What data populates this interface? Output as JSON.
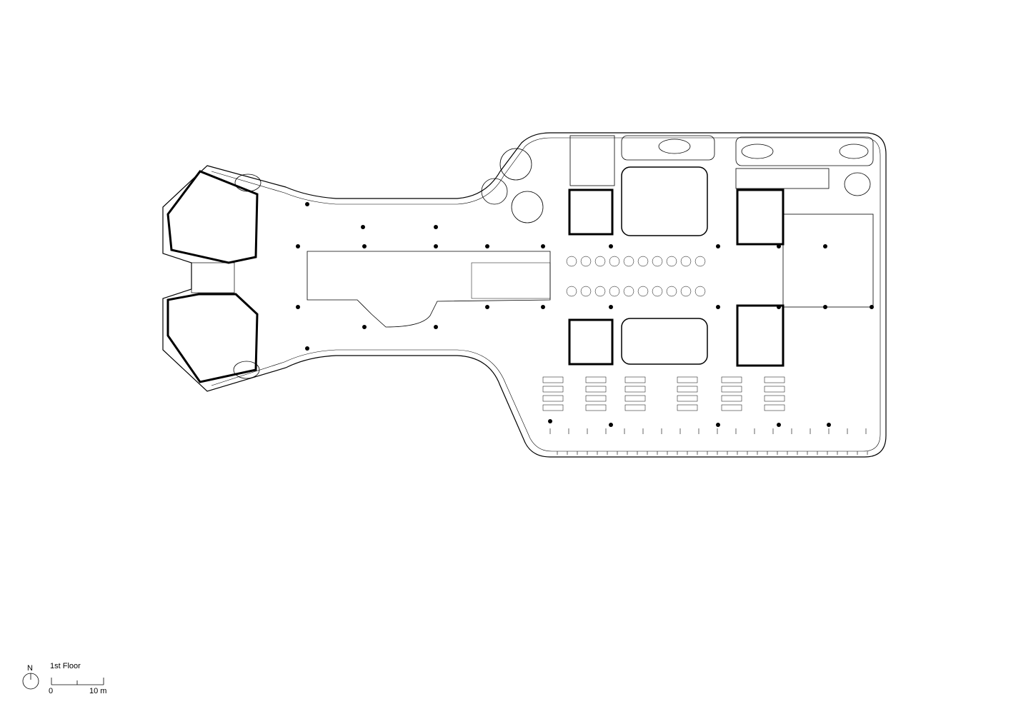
{
  "drawing": {
    "title": "1st Floor",
    "north_label": "N",
    "scale": {
      "start_label": "0",
      "end_label": "10 m"
    }
  },
  "colors": {
    "line": "#000000",
    "background": "#ffffff"
  }
}
